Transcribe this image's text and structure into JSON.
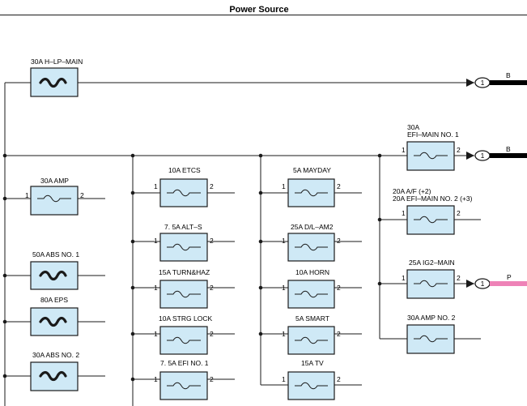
{
  "title": "Power Source",
  "fuses": {
    "hlp_main": {
      "label": "30A H–LP–MAIN"
    },
    "efi_main1": {
      "label1": "30A",
      "label2": "EFI–MAIN NO. 1",
      "pin1": "1",
      "pin2": "2"
    },
    "amp30": {
      "label": "30A AMP",
      "pin1": "1",
      "pin2": "2"
    },
    "abs1": {
      "label": "50A ABS NO. 1"
    },
    "eps": {
      "label": "80A EPS"
    },
    "abs2": {
      "label": "30A ABS NO. 2"
    },
    "etcs": {
      "label": "10A ETCS",
      "pin1": "1",
      "pin2": "2"
    },
    "alts": {
      "label": "7. 5A ALT–S",
      "pin1": "1",
      "pin2": "2"
    },
    "turnhaz": {
      "label": "15A TURN&HAZ",
      "pin1": "1",
      "pin2": "2"
    },
    "strglock": {
      "label": "10A STRG LOCK",
      "pin1": "1",
      "pin2": "2"
    },
    "efi1": {
      "label": "7. 5A EFI NO. 1",
      "pin1": "1",
      "pin2": "2"
    },
    "mayday": {
      "label": "5A MAYDAY",
      "pin1": "1",
      "pin2": "2"
    },
    "dlam2": {
      "label": "25A D/L–AM2",
      "pin1": "1",
      "pin2": "2"
    },
    "horn": {
      "label": "10A HORN",
      "pin1": "1",
      "pin2": "2"
    },
    "smart": {
      "label": "5A SMART",
      "pin1": "1",
      "pin2": "2"
    },
    "tv": {
      "label": "15A TV",
      "pin1": "1",
      "pin2": "2"
    },
    "af_efi2": {
      "label1": "20A A/F (+2)",
      "label2": "20A EFI–MAIN NO. 2 (+3)",
      "pin1": "1",
      "pin2": "2"
    },
    "ig2main": {
      "label": "25A IG2–MAIN",
      "pin1": "1",
      "pin2": "2"
    },
    "amp2": {
      "label": "30A AMP NO. 2"
    }
  },
  "connectors": {
    "c_top": {
      "number": "1",
      "wire": "B",
      "wire_color": "#000000"
    },
    "c_mid": {
      "number": "1",
      "wire": "B",
      "wire_color": "#000000"
    },
    "c_ig2": {
      "number": "1",
      "wire": "P",
      "wire_color": "#ee82b7"
    }
  },
  "colors": {
    "fuse_fill": "#cfe9f6",
    "line": "#1a1a1a"
  }
}
